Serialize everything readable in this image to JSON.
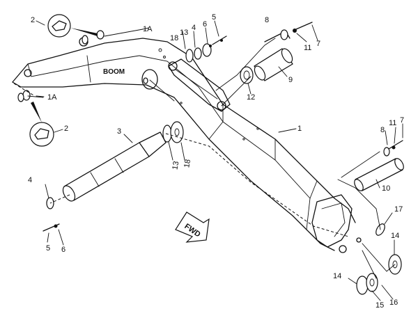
{
  "diagram": {
    "boom_label": "BOOM",
    "direction_label": "FWD",
    "callouts": [
      {
        "id": "c-1",
        "text": "1"
      },
      {
        "id": "c-1a-top",
        "text": "1A"
      },
      {
        "id": "c-1a-left",
        "text": "1A"
      },
      {
        "id": "c-2-top",
        "text": "2"
      },
      {
        "id": "c-2-left",
        "text": "2"
      },
      {
        "id": "c-3",
        "text": "3"
      },
      {
        "id": "c-4-top",
        "text": "4"
      },
      {
        "id": "c-4-left",
        "text": "4"
      },
      {
        "id": "c-5-top",
        "text": "5"
      },
      {
        "id": "c-5-left",
        "text": "5"
      },
      {
        "id": "c-6-top",
        "text": "6"
      },
      {
        "id": "c-6-left",
        "text": "6"
      },
      {
        "id": "c-7-top",
        "text": "7"
      },
      {
        "id": "c-7-right",
        "text": "7"
      },
      {
        "id": "c-8-top",
        "text": "8"
      },
      {
        "id": "c-8-right",
        "text": "8"
      },
      {
        "id": "c-9",
        "text": "9"
      },
      {
        "id": "c-10",
        "text": "10"
      },
      {
        "id": "c-11-top",
        "text": "11"
      },
      {
        "id": "c-11-right",
        "text": "11"
      },
      {
        "id": "c-12",
        "text": "12"
      },
      {
        "id": "c-13-top",
        "text": "13"
      },
      {
        "id": "c-13-mid",
        "text": "13"
      },
      {
        "id": "c-14-right",
        "text": "14"
      },
      {
        "id": "c-14-left",
        "text": "14"
      },
      {
        "id": "c-15",
        "text": "15"
      },
      {
        "id": "c-16",
        "text": "16"
      },
      {
        "id": "c-17",
        "text": "17"
      },
      {
        "id": "c-18-top",
        "text": "18"
      },
      {
        "id": "c-18-mid",
        "text": "18"
      }
    ]
  }
}
